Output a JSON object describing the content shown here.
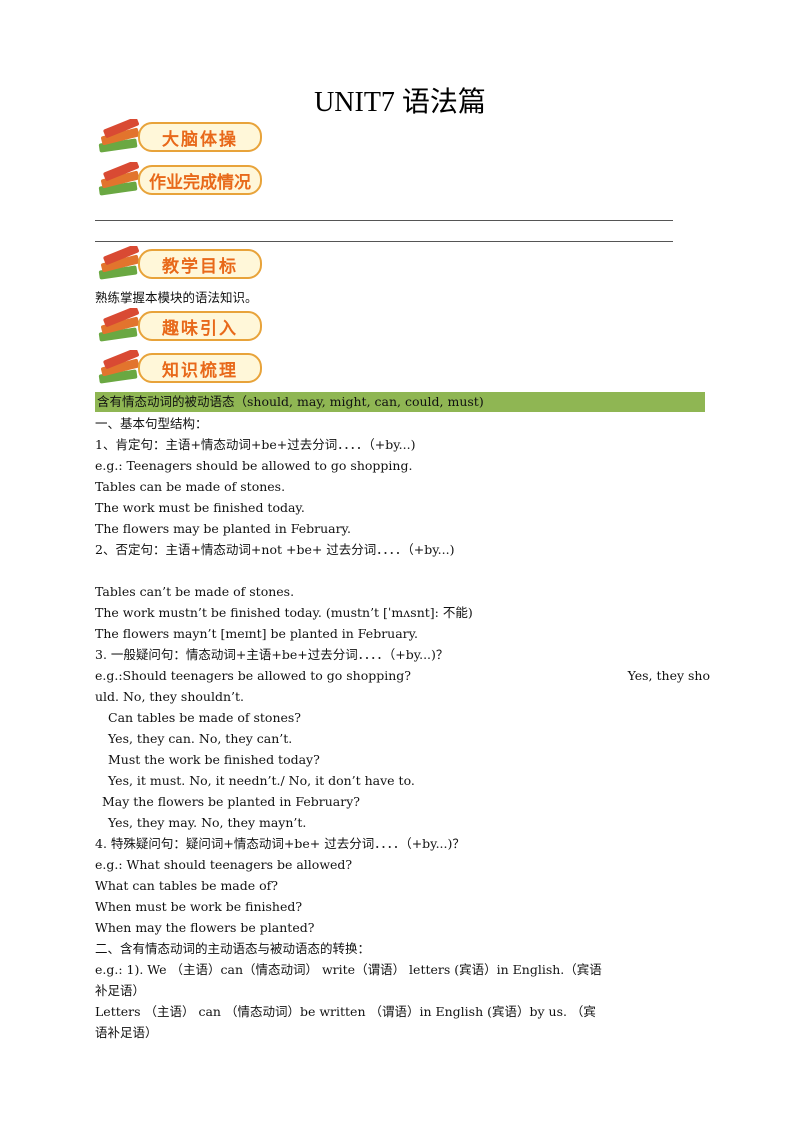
{
  "title": "UNIT7  语法篇",
  "badges": [
    "大脑体操",
    "作业完成情况",
    "教学目标",
    "趣味引入",
    "知识梳理"
  ],
  "objective": "熟练掌握本模块的语法知识。",
  "section_header": "含有情态动词的被动语态（should,    may,    might,    can,    could,    must)",
  "lines": [
    "一、基本句型结构：",
    "1、肯定句：主语+情态动词+be+过去分词．．．．（+by...)",
    "e.g.:    Teenagers    should    be    allowed    to    go    shopping.",
    "Tables    can    be    made    of    stones.",
    "The    work    must    be    finished    today.",
    "The    flowers    may    be    planted    in    February.",
    "2、否定句：主语+情态动词+not    +be+    过去分词．．．．（+by...)",
    "Tables    can’t    be    made    of    stones.",
    "The    work    mustn’t    be    finished    today.       (mustn’t    [ˈmʌsnt]:    不能)",
    "The    flowers    mayn’t    [meɪnt]    be    planted    in    February.",
    "3. 一般疑问句：情态动词+主语+be+过去分词．．．．（+by...)？",
    "e.g.:Should    teenagers    be    allowed    to    go    shopping?",
    "Yes,    they    sho",
    "uld.               No,    they    shouldn’t.",
    "Can    tables    be    made    of    stones?",
    "Yes,    they    can.         No,    they    can’t.",
    "Must    the    work    be    finished    today?",
    "Yes,    it    must.               No,    it    needn’t./    No,    it    don’t    have    to.",
    "May    the    flowers    be    planted    in    February?",
    "Yes,    they    may.    No,    they    mayn’t.",
    "4. 特殊疑问句：疑问词+情态动词+be+    过去分词．．．．（+by...)？",
    "e.g.:    What    should    teenagers    be    allowed?",
    "What    can    tables    be    made    of?",
    "When    must    be    work    be    finished?",
    "When    may    the    flowers    be    planted?",
    "二、含有情态动词的主动语态与被动语态的转换：",
    "e.g.:    1).    We        （主语）can（情态动词）    write（谓语）    letters    (宾语）in    English.（宾语",
    "补足语）",
    "Letters    （主语）    can    （情态动词）be    written    （谓语）in    English    (宾语）by    us.    （宾",
    "语补足语）"
  ]
}
